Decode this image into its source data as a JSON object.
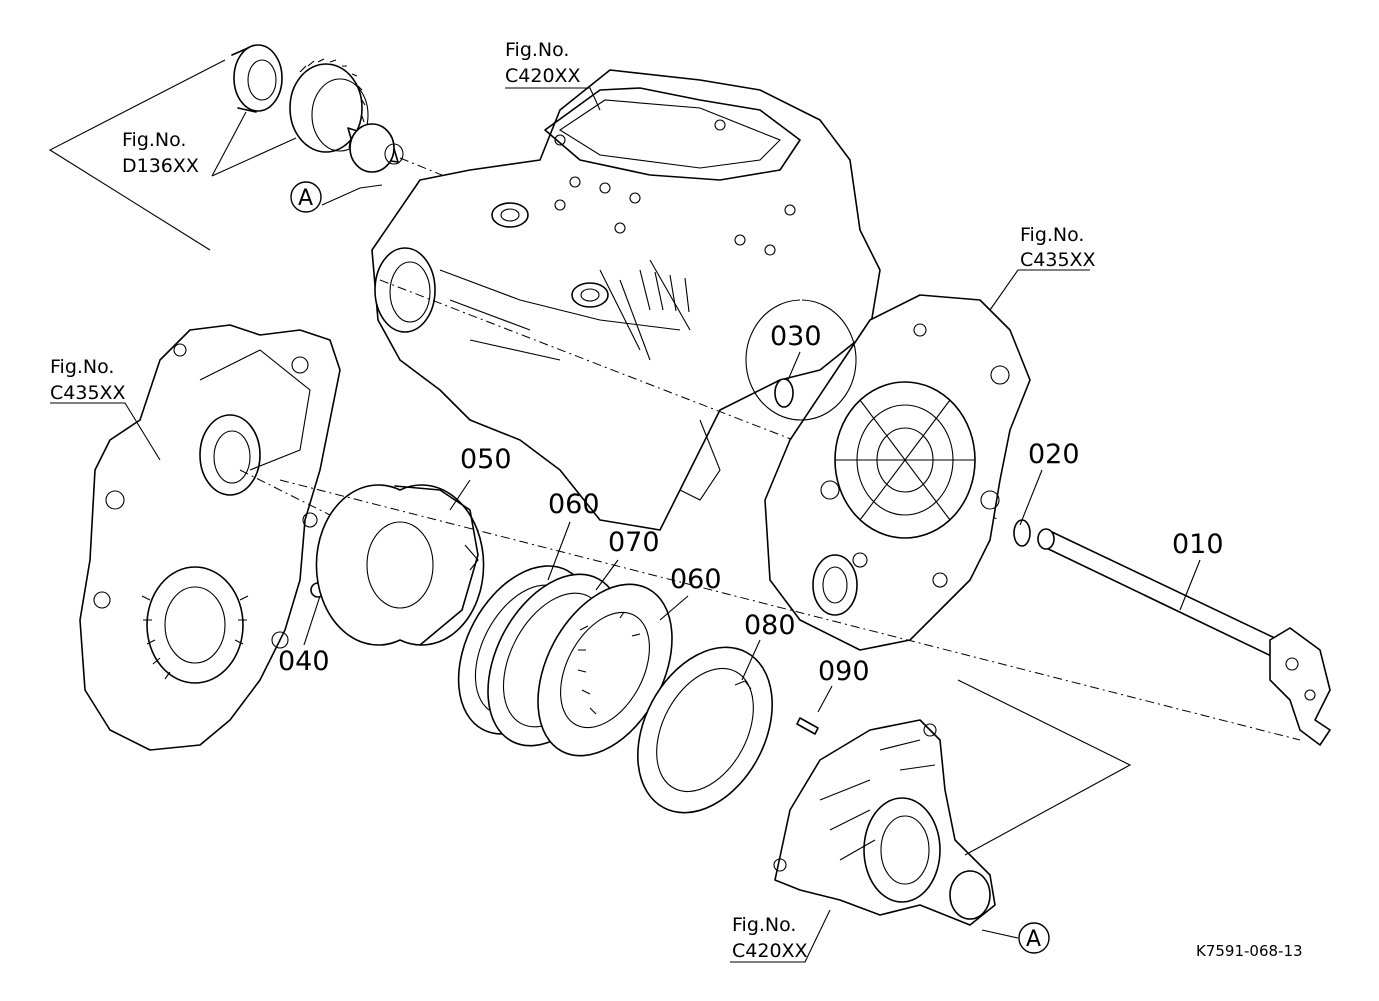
{
  "parts": {
    "p010": "010",
    "p020": "020",
    "p030": "030",
    "p040": "040",
    "p050": "050",
    "p060a": "060",
    "p060b": "060",
    "p070": "070",
    "p080": "080",
    "p090": "090"
  },
  "references": {
    "top_c420": {
      "line1": "Fig.No.",
      "line2": "C420XX"
    },
    "top_d136": {
      "line1": "Fig.No.",
      "line2": "D136XX"
    },
    "right_c435": {
      "line1": "Fig.No.",
      "line2": "C435XX"
    },
    "left_c435": {
      "line1": "Fig.No.",
      "line2": "C435XX"
    },
    "bottom_c420": {
      "line1": "Fig.No.",
      "line2": "C420XX"
    }
  },
  "connectors": {
    "top": "A",
    "bottom": "A"
  },
  "drawing_code": "K7591-068-13"
}
